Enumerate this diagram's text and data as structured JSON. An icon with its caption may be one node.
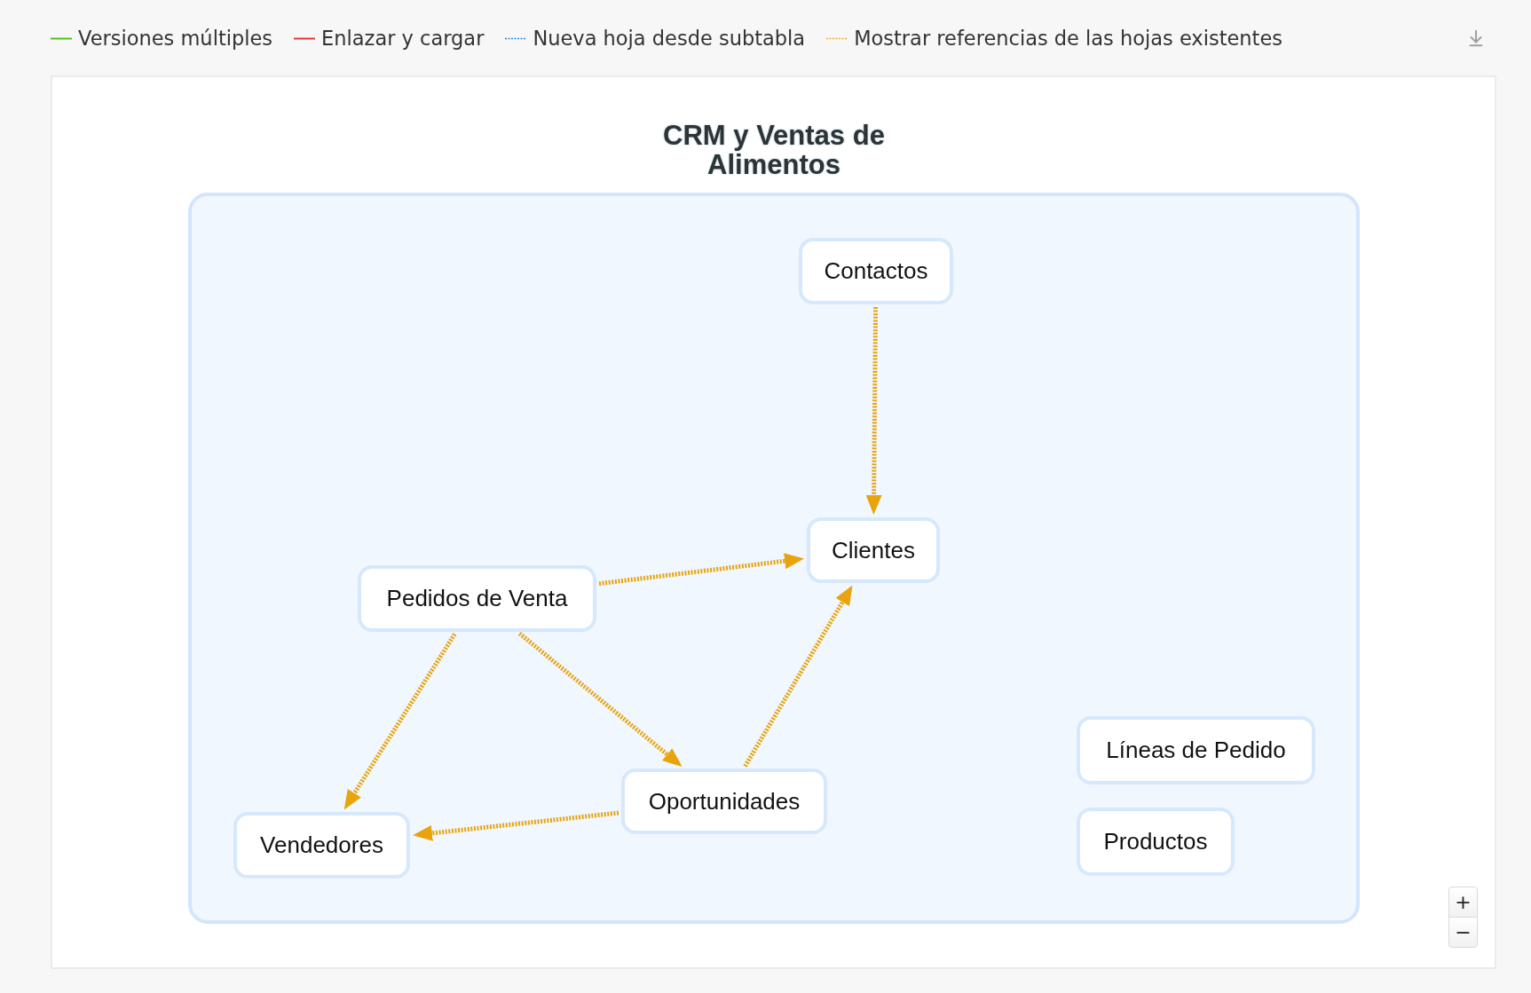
{
  "diagram": {
    "nodes": [
      {
        "text": [
          "CRM y Ventas de Alimentos"
        ]
      },
      {
        "text": [
          "Contactos"
        ],
        "in": 0
      },
      {
        "text": [
          "Clientes"
        ],
        "in": 0
      },
      {
        "text": [
          "Pedidos de Venta"
        ],
        "in": 0
      },
      {
        "text": [
          "Líneas de Pedido"
        ],
        "in": 0
      },
      {
        "text": [
          "Oportunidades"
        ],
        "in": 0
      },
      {
        "text": [
          "Vendedores"
        ],
        "in": 0
      },
      {
        "text": [
          "Productos"
        ],
        "in": 0
      }
    ],
    "edges": [
      {
        "from": 1,
        "to": 2,
        "arrow": "to",
        "style": "dashed"
      },
      {
        "from": 3,
        "to": 2,
        "arrow": "to",
        "style": "dashed"
      },
      {
        "from": 3,
        "to": 6,
        "arrow": "to",
        "style": "dashed"
      },
      {
        "from": 3,
        "to": 5,
        "arrow": "to",
        "style": "dashed"
      },
      {
        "from": 5,
        "to": 2,
        "arrow": "to",
        "style": "dashed"
      },
      {
        "from": 5,
        "to": 6,
        "arrow": "to",
        "style": "dashed"
      }
    ],
    "labels": [
      "+",
      "−"
    ],
    "legend": [
      {
        "text": "Versiones múltiples"
      },
      {
        "text": "Enlazar y cargar"
      },
      {
        "text": "Nueva hoja desde subtabla"
      },
      {
        "text": "Mostrar referencias de las hojas existentes"
      }
    ]
  }
}
